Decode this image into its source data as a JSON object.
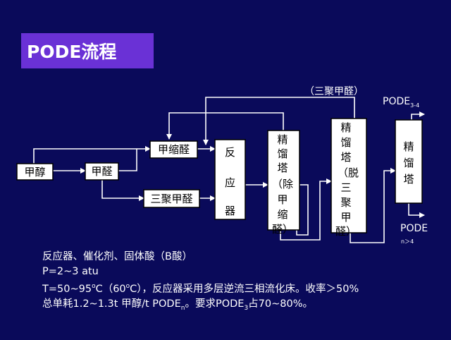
{
  "title": "PODE流程",
  "diagram": {
    "methanol": "甲醇",
    "formaldehyde": "甲醛",
    "conc_formaldehyde": "甲缩醛",
    "trioxane": "三聚甲醛",
    "reactor": [
      "反",
      "应",
      "器"
    ],
    "column1": [
      "精",
      "馏",
      "塔",
      "（除",
      "甲",
      "缩",
      "醛）"
    ],
    "column2": [
      "精",
      "馏",
      "塔",
      "（脱",
      "三",
      "聚",
      "甲",
      "醛）"
    ],
    "column3": [
      "精",
      "馏",
      "塔"
    ],
    "recycle_label": "（三聚甲醛）",
    "product_top": "PODE",
    "product_top_sub": "3-4",
    "product_bottom": "PODE",
    "product_bottom_sub": "n＞4"
  },
  "notes": {
    "line1": "反应器、催化剂、固体酸（B酸）",
    "line2": "P=2~3 atu",
    "line3_a": "T=50~95",
    "line3_deg1": "o",
    "line3_b": "C（60",
    "line3_deg2": "o",
    "line3_c": "C），反应器采用多层逆流三相流化床。收率＞50%",
    "line4_a": "总单耗1.2~1.3t 甲醇/t PODE",
    "line4_sub1": "n",
    "line4_b": "。要求PODE",
    "line4_sub2": "3",
    "line4_c": "占70~80%。"
  }
}
